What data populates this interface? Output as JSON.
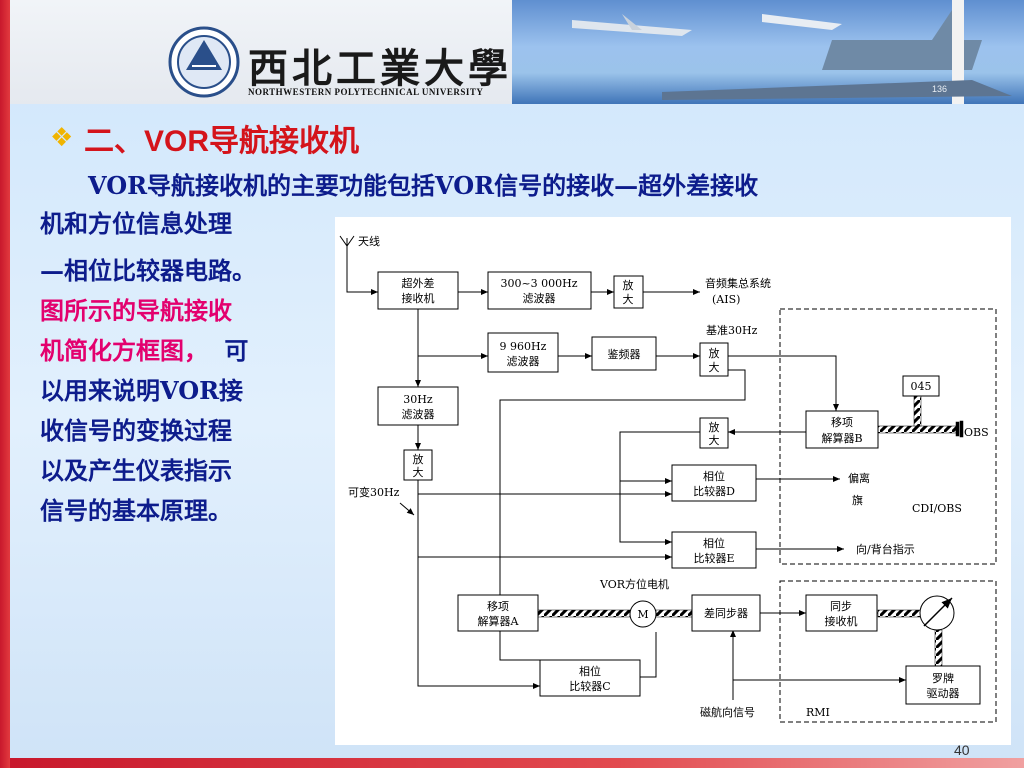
{
  "header": {
    "university_name": "西北工業大學",
    "university_name_en": "NORTHWESTERN POLYTECHNICAL UNIVERSITY",
    "ship_number": "136"
  },
  "slide": {
    "bullet": "❖",
    "title": "二、VOR导航接收机",
    "lines": [
      "VOR导航接收机的主要功能包括VOR信号的接收—超外差接收",
      "机和方位信息处理",
      "—相位比较器电路。",
      "图所示的导航接收",
      "机简化方框图，",
      "可",
      "以用来说明VOR接",
      "收信号的变换过程",
      "以及产生仪表指示",
      "信号的基本原理。"
    ],
    "page_number": "40"
  },
  "diagram": {
    "antenna": "天线",
    "superhet_line1": "超外差",
    "superhet_line2": "接收机",
    "filter_audio_line1": "300~3 000Hz",
    "filter_audio_line2": "滤波器",
    "amp_line1": "放",
    "amp_line2": "大",
    "audio_output_line1": "音频集总系统",
    "audio_output_line2": "(AIS)",
    "filter_9960_line1": "9 960Hz",
    "filter_9960_line2": "滤波器",
    "discriminator": "鉴频器",
    "reference_30hz": "基准30Hz",
    "filter_30_line1": "30Hz",
    "filter_30_line2": "滤波器",
    "variable_30hz": "可变30Hz",
    "obs_knob": "045",
    "obs_label": "OBS",
    "resolver_b_line1": "移项",
    "resolver_b_line2": "解算器B",
    "comparator_d_line1": "相位",
    "comparator_d_line2": "比较器D",
    "deviation": "偏离",
    "flag": "旗",
    "cdi_obs": "CDI/OBS",
    "comparator_e_line1": "相位",
    "comparator_e_line2": "比较器E",
    "to_from": "向/背台指示",
    "motor_label": "VOR方位电机",
    "motor": "M",
    "resolver_a_line1": "移项",
    "resolver_a_line2": "解算器A",
    "differential_sync": "差同步器",
    "sync_receiver_line1": "同步",
    "sync_receiver_line2": "接收机",
    "comparator_c_line1": "相位",
    "comparator_c_line2": "比较器C",
    "heading_signal": "磁航向信号",
    "rmi": "RMI",
    "card_driver_line1": "罗牌",
    "card_driver_line2": "驱动器"
  }
}
